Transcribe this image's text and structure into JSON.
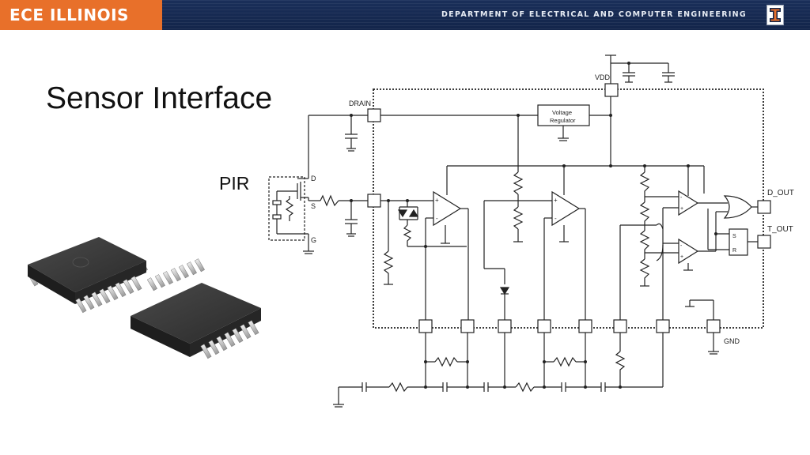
{
  "header": {
    "logo_text": "ECE ILLINOIS",
    "department": "DEPARTMENT OF ELECTRICAL AND COMPUTER ENGINEERING",
    "colors": {
      "orange": "#e8702a",
      "navy": "#13254a"
    }
  },
  "slide": {
    "title": "Sensor Interface",
    "pir_label": "PIR"
  },
  "schematic": {
    "labels": {
      "vdd": "VDD",
      "drain": "DRAIN",
      "d": "D",
      "s": "S",
      "g": "G",
      "voltage_regulator_line1": "Voltage",
      "voltage_regulator_line2": "Regulator",
      "d_out": "D_OUT",
      "t_out": "T_OUT",
      "gnd": "GND",
      "sr_s": "S",
      "sr_r": "R",
      "plus": "+",
      "minus": "-"
    }
  }
}
